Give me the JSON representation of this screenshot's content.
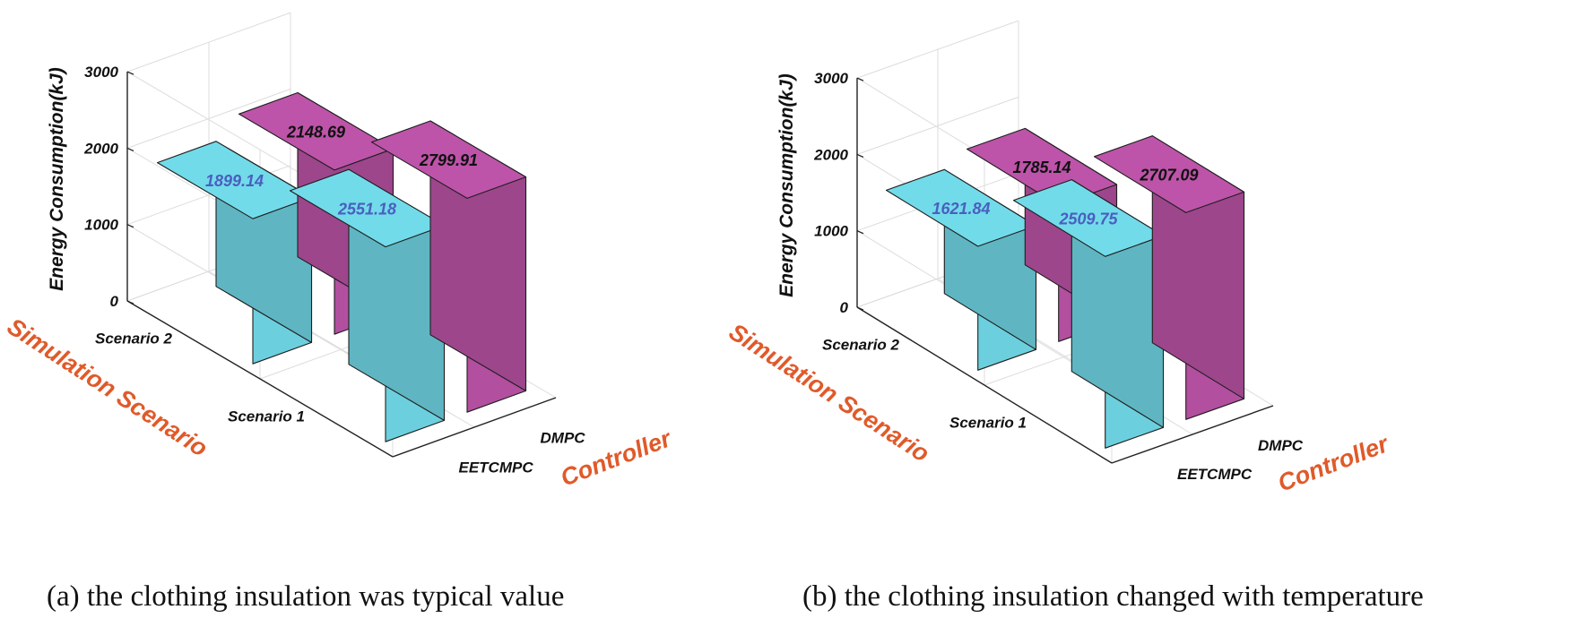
{
  "colors": {
    "eetcmpc": "#6ccfdd",
    "dmpc": "#b24f9f",
    "axis_title": "#e05a2a",
    "value_label_eetcmpc": "#4a5fbf",
    "value_label_dmpc": "#111111"
  },
  "chart_data": [
    {
      "type": "bar",
      "caption": "(a) the clothing insulation was typical value",
      "zlabel": "Energy Consumption(kJ)",
      "scenario_axis_label": "Simulation Scenario",
      "controller_axis_label": "Controller",
      "z_ticks": [
        "0",
        "1000",
        "2000",
        "3000"
      ],
      "zlim": [
        0,
        3000
      ],
      "scenarios": [
        "Scenario 1",
        "Scenario 2"
      ],
      "controllers": [
        "EETCMPC",
        "DMPC"
      ],
      "bars": [
        {
          "scenario": "Scenario 2",
          "controller": "EETCMPC",
          "value": 1899.14,
          "label": "1899.14"
        },
        {
          "scenario": "Scenario 2",
          "controller": "DMPC",
          "value": 2148.69,
          "label": "2148.69"
        },
        {
          "scenario": "Scenario 1",
          "controller": "EETCMPC",
          "value": 2551.18,
          "label": "2551.18"
        },
        {
          "scenario": "Scenario 1",
          "controller": "DMPC",
          "value": 2799.91,
          "label": "2799.91"
        }
      ]
    },
    {
      "type": "bar",
      "caption": "(b) the clothing insulation changed with temperature",
      "zlabel": "Energy Consumption(kJ)",
      "scenario_axis_label": "Simulation Scenario",
      "controller_axis_label": "Controller",
      "z_ticks": [
        "0",
        "1000",
        "2000",
        "3000"
      ],
      "zlim": [
        0,
        3000
      ],
      "scenarios": [
        "Scenario 1",
        "Scenario 2"
      ],
      "controllers": [
        "EETCMPC",
        "DMPC"
      ],
      "bars": [
        {
          "scenario": "Scenario 2",
          "controller": "EETCMPC",
          "value": 1621.84,
          "label": "1621.84"
        },
        {
          "scenario": "Scenario 2",
          "controller": "DMPC",
          "value": 1785.14,
          "label": "1785.14"
        },
        {
          "scenario": "Scenario 1",
          "controller": "EETCMPC",
          "value": 2509.75,
          "label": "2509.75"
        },
        {
          "scenario": "Scenario 1",
          "controller": "DMPC",
          "value": 2707.09,
          "label": "2707.09"
        }
      ]
    }
  ]
}
